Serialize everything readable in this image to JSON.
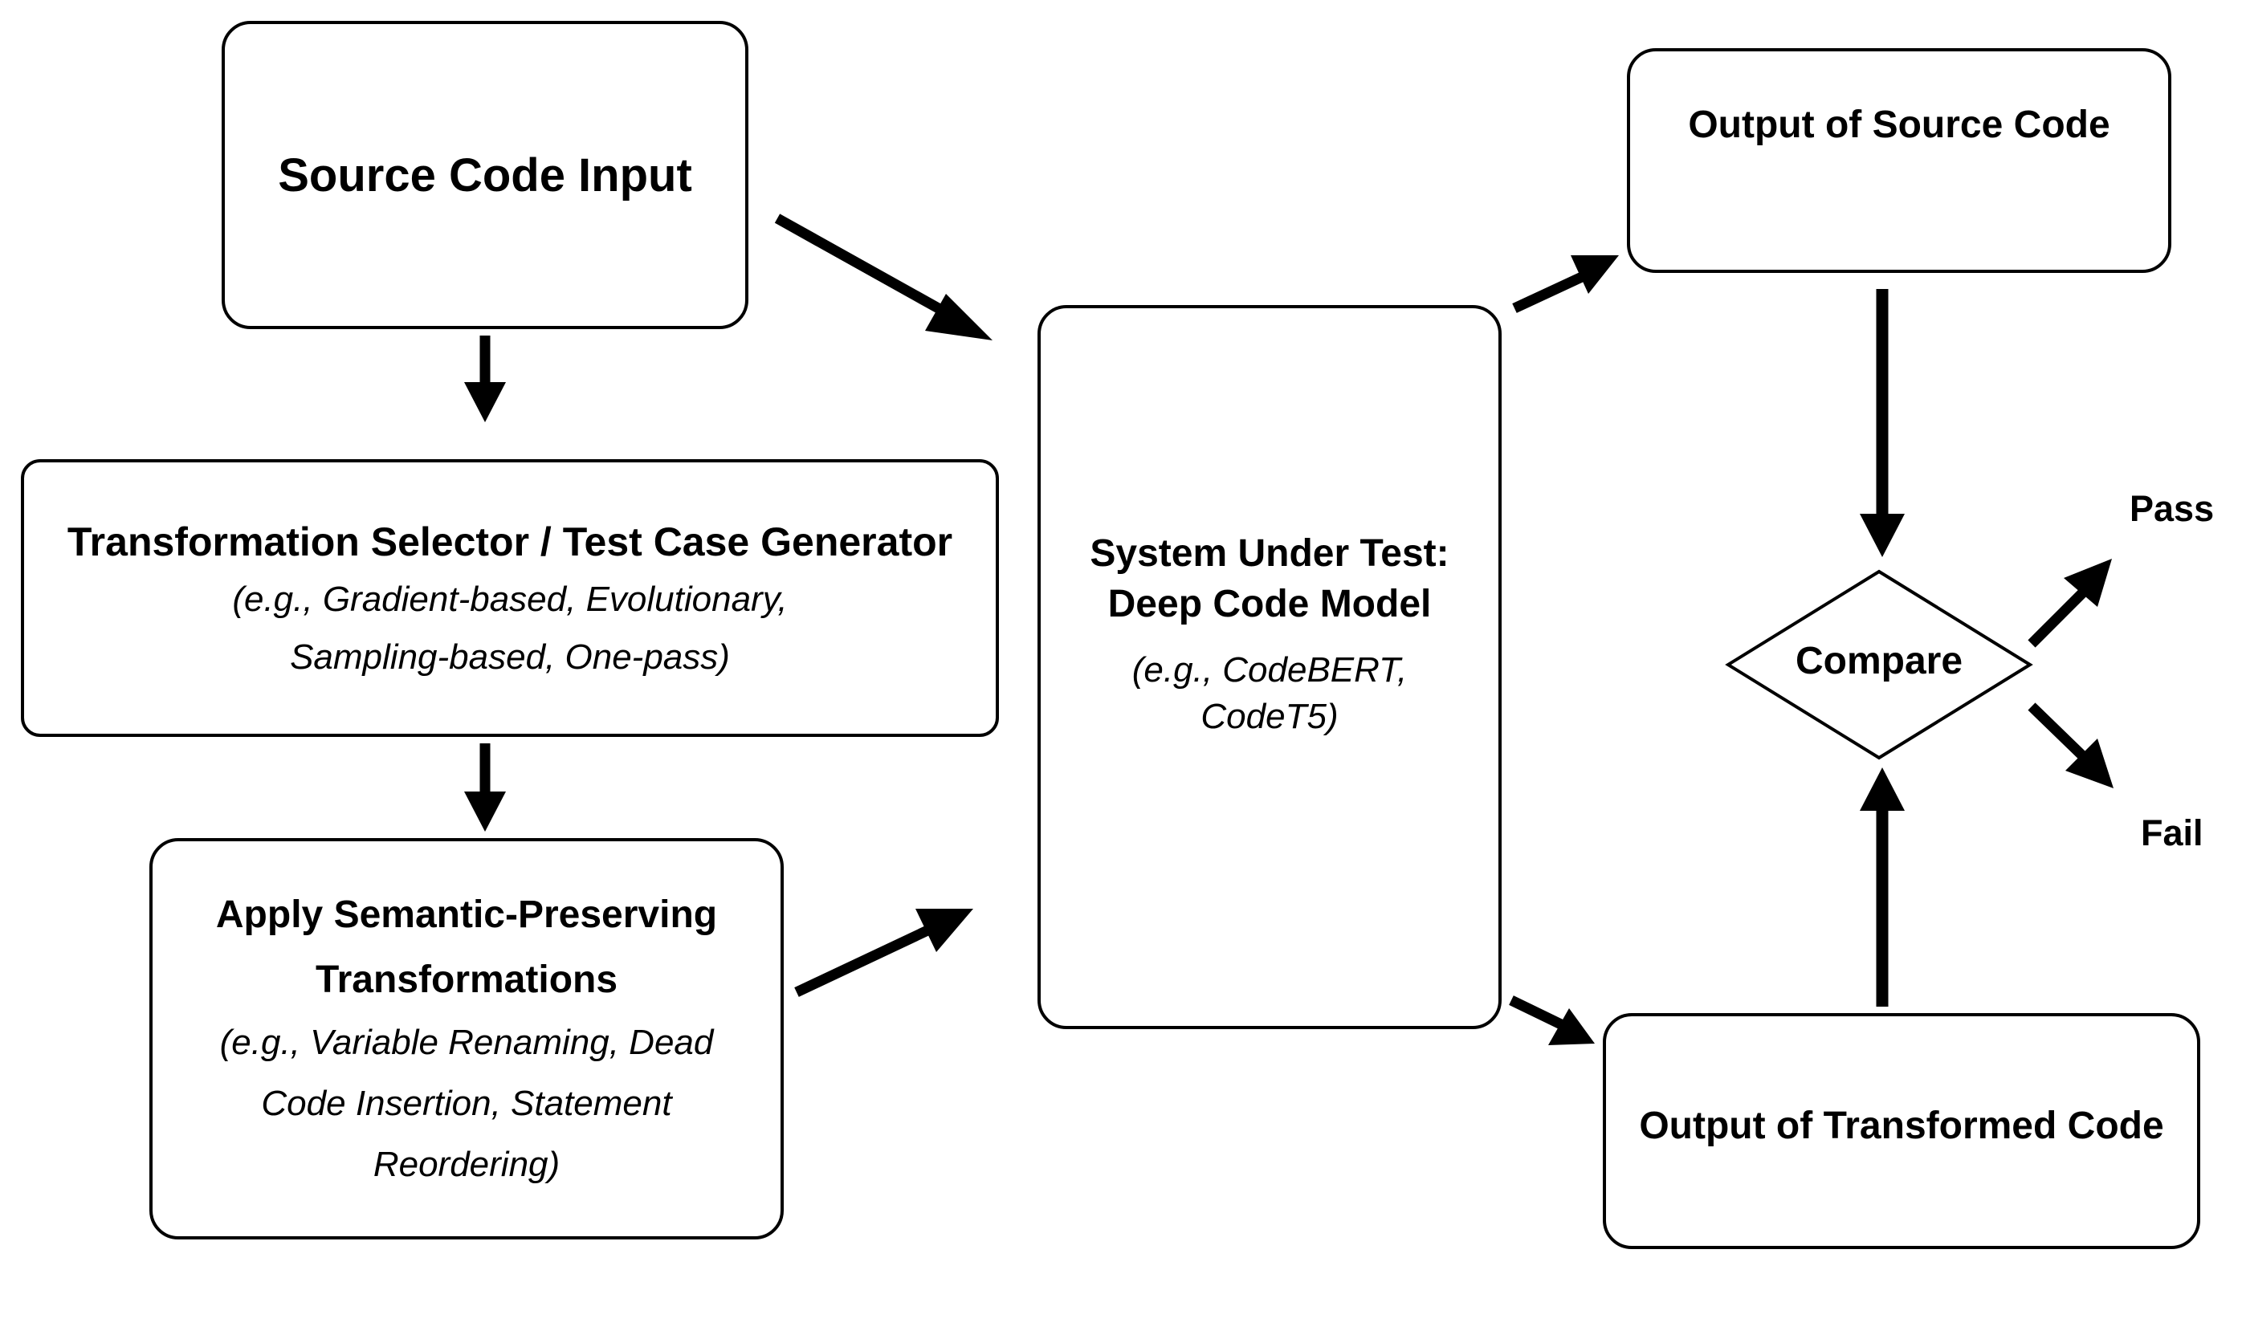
{
  "nodes": {
    "source_input": {
      "title": "Source Code Input"
    },
    "transformation_selector": {
      "title": "Transformation Selector / Test Case Generator",
      "subtitle_line1": "(e.g., Gradient-based, Evolutionary,",
      "subtitle_line2": "Sampling-based, One-pass)"
    },
    "apply_transformations": {
      "title_line1": "Apply Semantic-Preserving",
      "title_line2": "Transformations",
      "subtitle_line1": "(e.g., Variable Renaming, Dead",
      "subtitle_line2": "Code Insertion, Statement",
      "subtitle_line3": "Reordering)"
    },
    "system_under_test": {
      "title_line1": "System Under Test:",
      "title_line2": "Deep Code Model",
      "subtitle_line1": "(e.g., CodeBERT,",
      "subtitle_line2": "CodeT5)"
    },
    "output_source": {
      "title": "Output of Source Code"
    },
    "output_transformed": {
      "title": "Output of Transformed Code"
    },
    "compare": {
      "title": "Compare"
    }
  },
  "outcomes": {
    "pass": "Pass",
    "fail": "Fail"
  }
}
